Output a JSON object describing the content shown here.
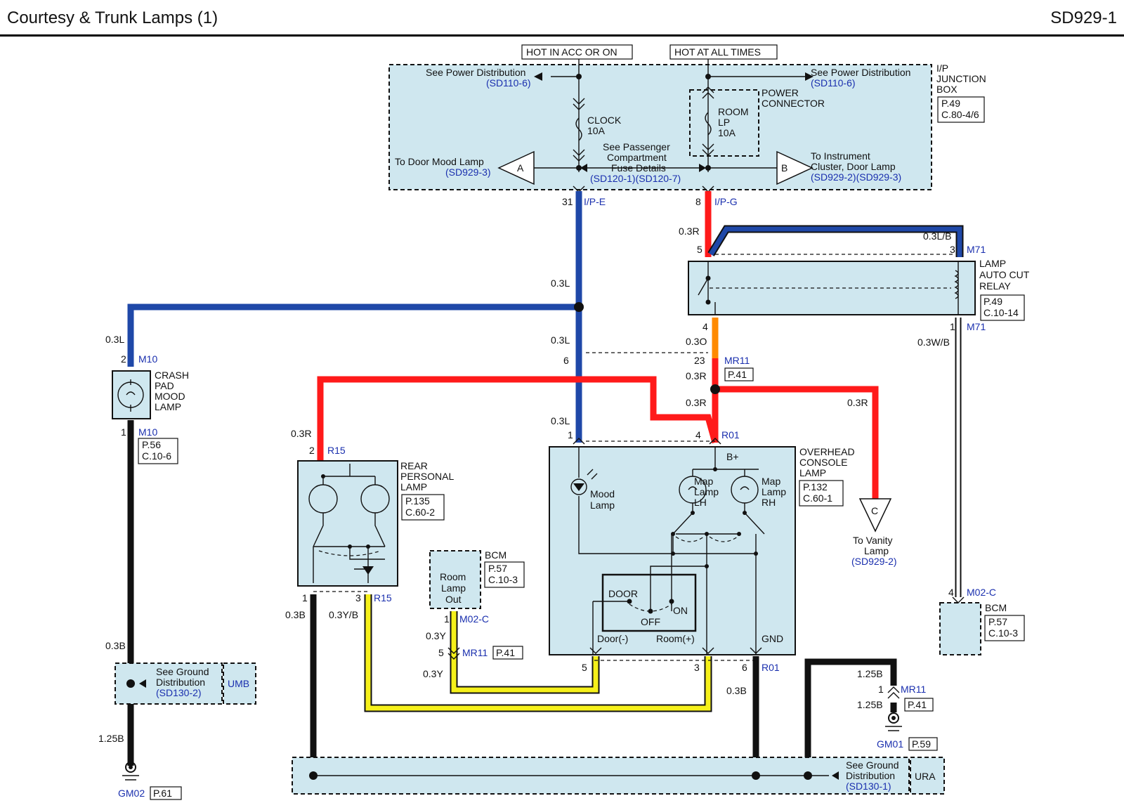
{
  "header": {
    "title": "Courtesy & Trunk Lamps (1)",
    "code": "SD929-1"
  },
  "power": {
    "hot_acc": "HOT IN ACC OR ON",
    "hot_all": "HOT AT ALL TIMES",
    "see_pd": "See Power Distribution",
    "sd110": "(SD110-6)",
    "clock": "CLOCK",
    "clock_a": "10A",
    "power_connector_1": "POWER",
    "power_connector_2": "CONNECTOR",
    "room_1": "ROOM",
    "room_2": "LP",
    "room_3": "10A",
    "jbox_1": "I/P",
    "jbox_2": "JUNCTION",
    "jbox_3": "BOX",
    "jbox_p": "P.49",
    "jbox_c": "C.80-4/6",
    "door_mood_1": "To Door Mood Lamp",
    "door_mood_2": "(SD929-3)",
    "conn_a": "A",
    "conn_b": "B",
    "conn_c": "C",
    "spcf_1": "See Passenger",
    "spcf_2": "Compartment",
    "spcf_3": "Fuse Details",
    "spcf_4": "(SD120-1)(SD120-7)",
    "toinst_1": "To Instrument",
    "toinst_2": "Cluster, Door Lamp",
    "toinst_3": "(SD929-2)(SD929-3)"
  },
  "pins": {
    "p31": "31",
    "ipe": "I/P-E",
    "p8": "8",
    "ipg": "I/P-G",
    "p5": "5",
    "p3": "3",
    "m71": "M71",
    "p4": "4",
    "p1": "1",
    "p6": "6",
    "p23": "23",
    "mr11": "MR11",
    "p41": "P.41",
    "r01": "R01",
    "p2": "2",
    "m10": "M10",
    "r15": "R15",
    "m02c": "M02-C",
    "gm02": "GM02",
    "p61": "P.61",
    "gm01": "GM01",
    "p59": "P.59"
  },
  "wires": {
    "w03r": "0.3R",
    "w03lb": "0.3L/B",
    "w03l": "0.3L",
    "w03o": "0.3O",
    "w03wb": "0.3W/B",
    "w03b": "0.3B",
    "w03yb": "0.3Y/B",
    "w03y": "0.3Y",
    "w125b": "1.25B"
  },
  "relay": {
    "l1": "LAMP",
    "l2": "AUTO CUT",
    "l3": "RELAY",
    "p": "P.49",
    "c": "C.10-14"
  },
  "crash": {
    "l1": "CRASH",
    "l2": "PAD",
    "l3": "MOOD",
    "l4": "LAMP",
    "p": "P.56",
    "c": "C.10-6"
  },
  "rear": {
    "l1": "REAR",
    "l2": "PERSONAL",
    "l3": "LAMP",
    "p": "P.135",
    "c": "C.60-2"
  },
  "overhead": {
    "l1": "OVERHEAD",
    "l2": "CONSOLE",
    "l3": "LAMP",
    "p": "P.132",
    "c": "C.60-1",
    "bplus": "B+",
    "mood_1": "Mood",
    "mood_2": "Lamp",
    "maplh_1": "Map",
    "maplh_2": "Lamp",
    "maplh_3": "LH",
    "maprh_1": "Map",
    "maprh_2": "Lamp",
    "maprh_3": "RH",
    "door": "DOOR",
    "on": "ON",
    "off": "OFF",
    "doorneg": "Door(-)",
    "roompos": "Room(+)",
    "gnd": "GND"
  },
  "bcm": {
    "label": "BCM",
    "p": "P.57",
    "c": "C.10-3",
    "rlo_1": "Room",
    "rlo_2": "Lamp",
    "rlo_3": "Out"
  },
  "vanity": {
    "l1": "To Vanity",
    "l2": "Lamp",
    "l3": "(SD929-2)"
  },
  "ground": {
    "sg_1": "See Ground",
    "sg_2": "Distribution",
    "sg_3": "(SD130-2)",
    "umb": "UMB",
    "sg2_3": "(SD130-1)",
    "ura": "URA"
  },
  "colors": {
    "blue": "#1f48a8",
    "red": "#ff1a1a",
    "orange": "#ff8a00",
    "yellow": "#f5f01a",
    "black": "#000000",
    "box": "#cfe7ef"
  }
}
